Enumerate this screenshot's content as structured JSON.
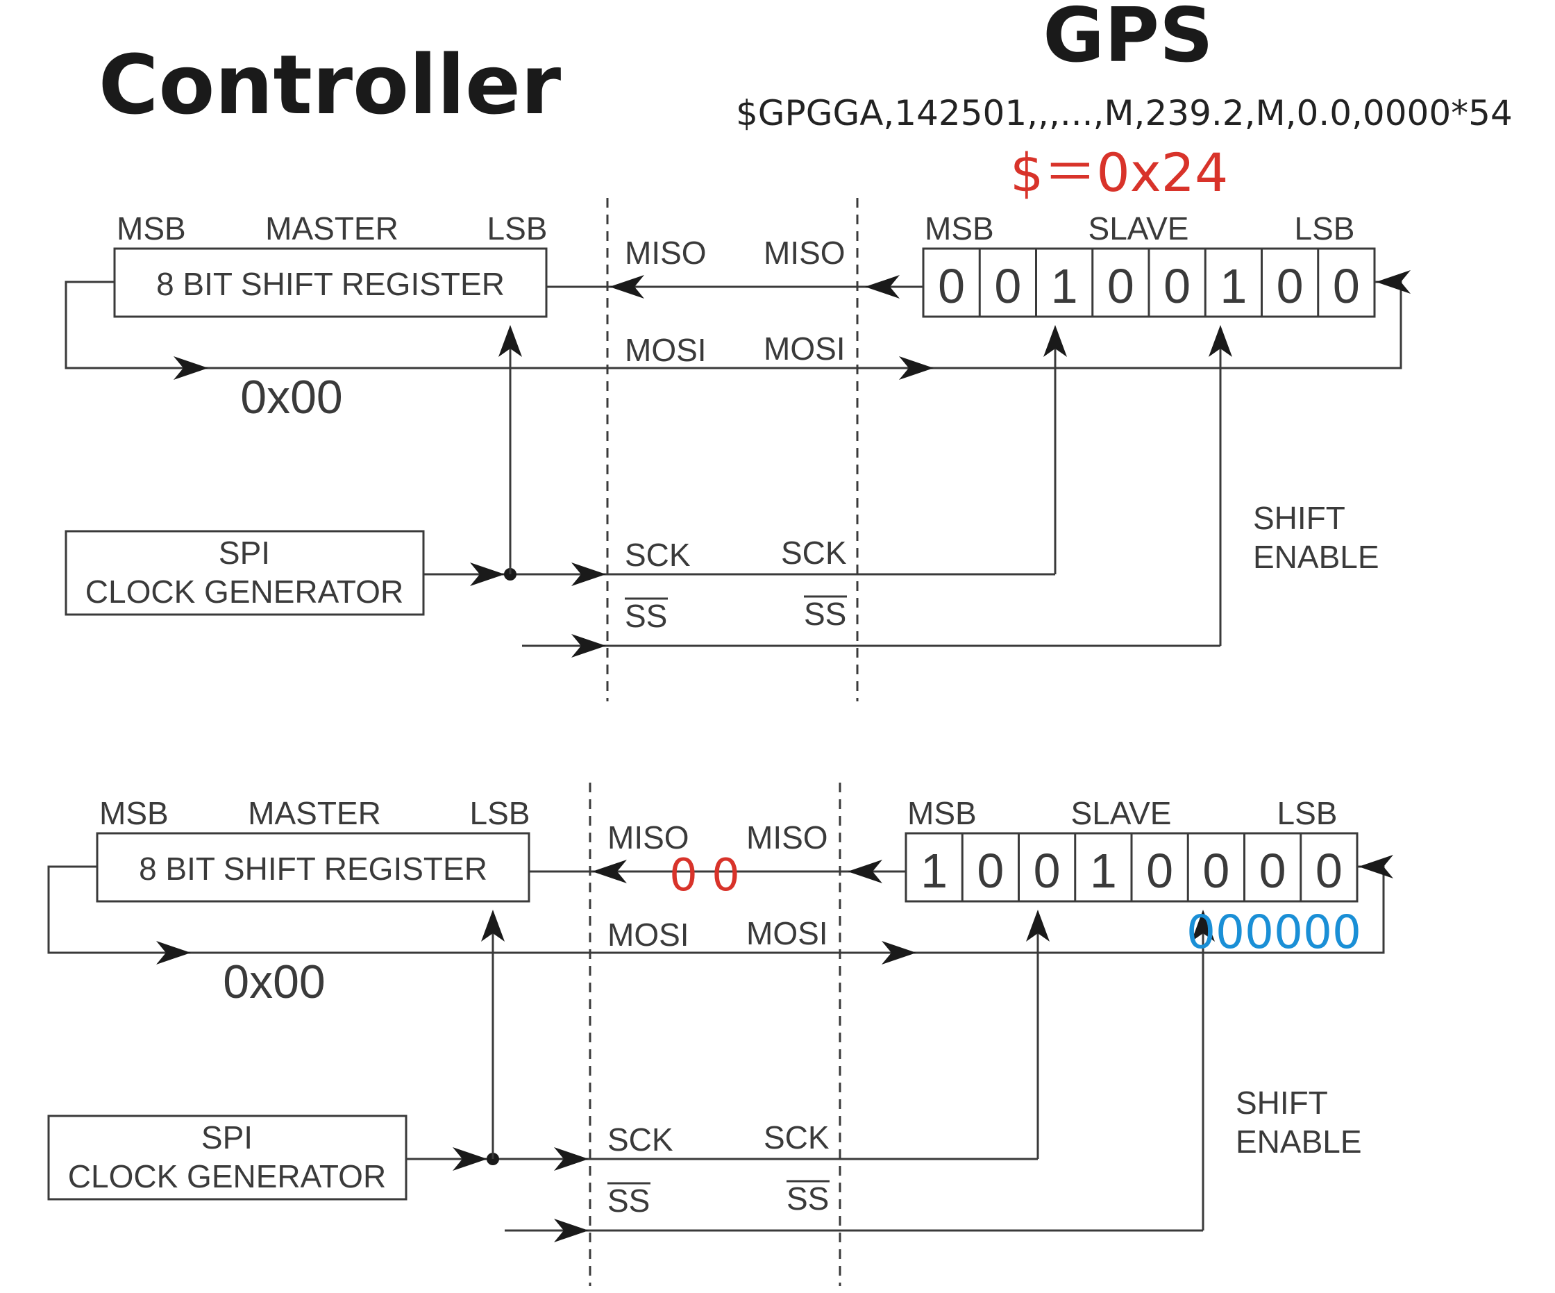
{
  "colors": {
    "accent_red": "#d8332a",
    "accent_blue": "#1a8fd6",
    "line": "#3a3a3a"
  },
  "headers": {
    "controller": "Controller",
    "gps": "GPS"
  },
  "gps_sentence": "$GPGGA,142501,,,...,M,239.2,M,0.0,0000*54",
  "dollar_code": "$＝0x24",
  "labels": {
    "msb": "MSB",
    "master": "MASTER",
    "lsb": "LSB",
    "slave": "SLAVE",
    "shift_register": "8 BIT SHIFT REGISTER",
    "miso": "MISO",
    "mosi": "MOSI",
    "sck": "SCK",
    "ss": "SS",
    "spi": "SPI",
    "clock_generator": "CLOCK GENERATOR",
    "shift": "SHIFT",
    "enable": "ENABLE"
  },
  "diagram_top": {
    "master_value": "0x00",
    "slave_bits": [
      {
        "v": "0",
        "c": "red"
      },
      {
        "v": "0",
        "c": "red"
      },
      {
        "v": "1",
        "c": "red"
      },
      {
        "v": "0",
        "c": "red"
      },
      {
        "v": "0",
        "c": "red"
      },
      {
        "v": "1",
        "c": "red"
      },
      {
        "v": "0",
        "c": "red"
      },
      {
        "v": "0",
        "c": "red"
      }
    ]
  },
  "diagram_bottom": {
    "master_value": "0x00",
    "shifted_out": "0 0",
    "shifted_in": "000000",
    "slave_bits": [
      {
        "v": "1",
        "c": "red"
      },
      {
        "v": "0",
        "c": "red"
      },
      {
        "v": "0",
        "c": "red"
      },
      {
        "v": "1",
        "c": "red"
      },
      {
        "v": "0",
        "c": "red"
      },
      {
        "v": "0",
        "c": "red"
      },
      {
        "v": "0",
        "c": "blue"
      },
      {
        "v": "0",
        "c": "blue"
      }
    ]
  }
}
